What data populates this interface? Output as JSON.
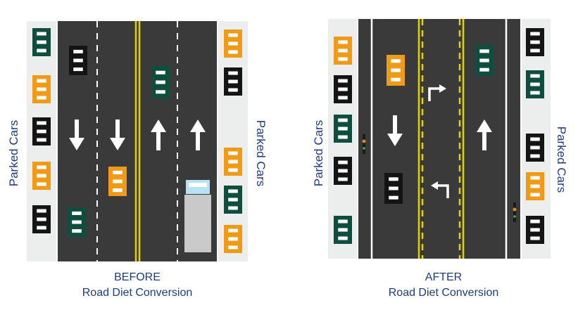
{
  "labels": {
    "parked_cars": "Parked Cars",
    "before_caption": "BEFORE",
    "after_caption": "AFTER",
    "conversion_caption": "Road Diet Conversion"
  },
  "colors": {
    "asphalt": "#3a3a3a",
    "parking_strip": "#eceeed",
    "lane_dash": "#ffffff",
    "center_yellow": "#e2d200",
    "car_green": "#0f4d3f",
    "car_orange": "#f09b18",
    "car_black": "#141414",
    "truck_body": "#c9c9c9",
    "truck_cab": "#b7e2f5",
    "label_text": "#1f3b7a"
  },
  "before": {
    "lanes": [
      "southbound",
      "southbound",
      "northbound",
      "northbound"
    ],
    "parking": "both sides"
  },
  "after": {
    "lanes": [
      "bike-lane",
      "southbound",
      "two-way-left-turn",
      "northbound",
      "bike-lane"
    ],
    "parking": "both sides"
  }
}
